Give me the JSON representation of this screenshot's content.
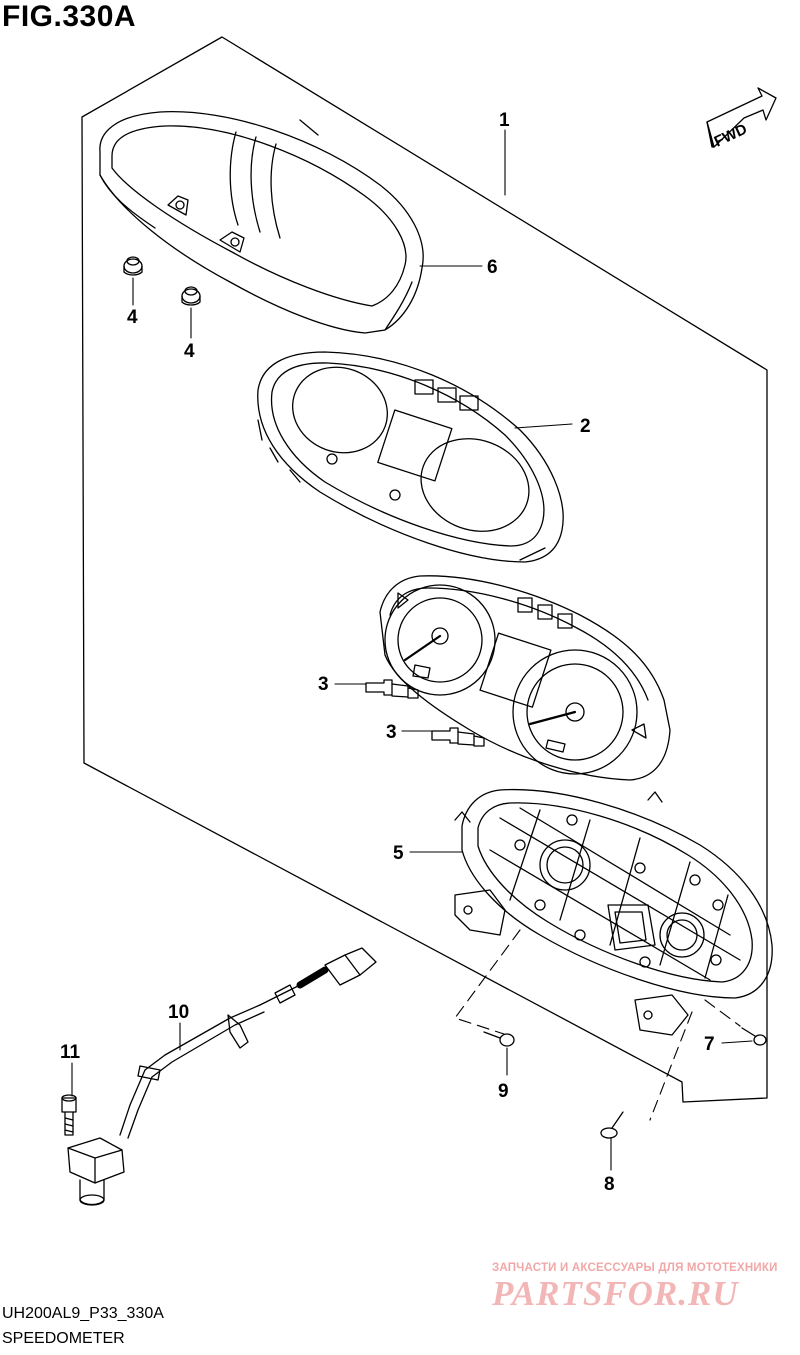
{
  "figure": {
    "title": "FIG.330A",
    "model_code": "UH200AL9_P33_330A",
    "caption": "SPEEDOMETER",
    "fwd_label": "FWD"
  },
  "callouts": [
    "1",
    "6",
    "4",
    "4",
    "2",
    "3",
    "3",
    "5",
    "10",
    "11",
    "9",
    "7",
    "8"
  ],
  "watermark": {
    "tagline": "ЗАПЧАСТИ И АКСЕССУАРЫ ДЛЯ МОТОТЕХНИКИ",
    "logo": "PARTSFOR.RU",
    "color": "#f3b6b6"
  },
  "colors": {
    "line": "#000000",
    "background": "#ffffff"
  }
}
